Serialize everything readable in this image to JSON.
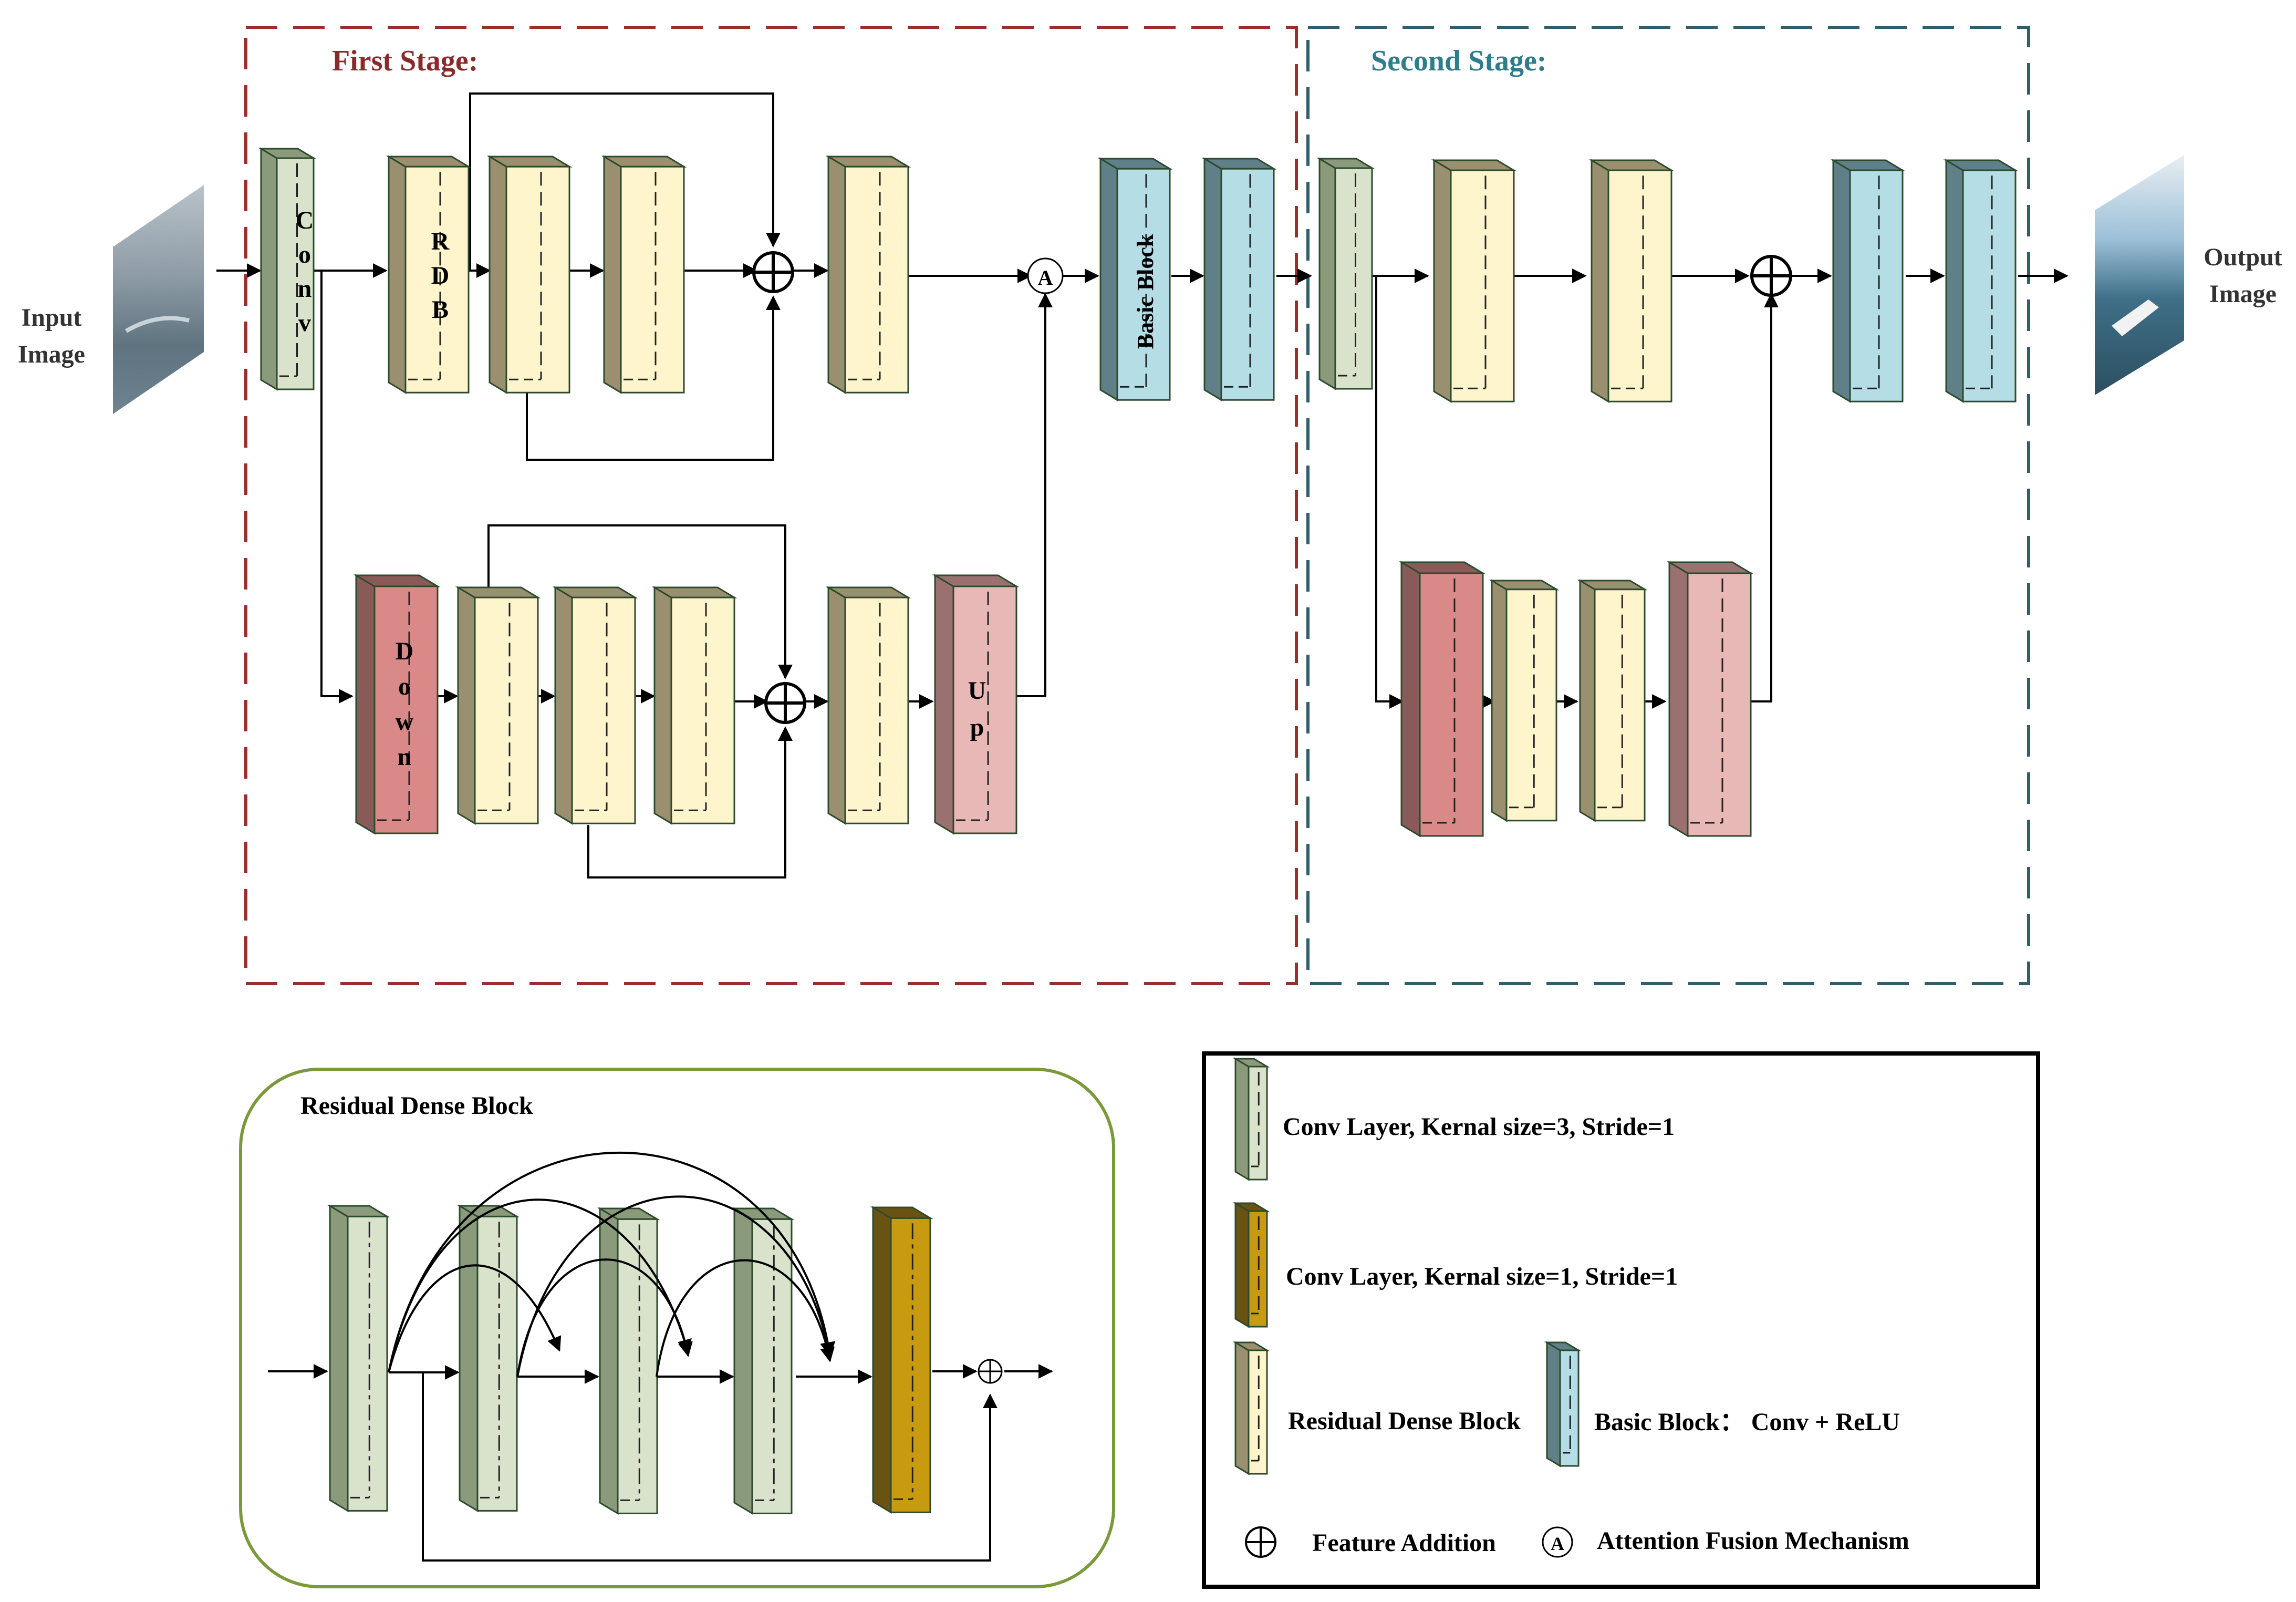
{
  "inputs": {
    "input_label": [
      "Input",
      "Image"
    ],
    "output_label": [
      "Output",
      "Image"
    ]
  },
  "stages": {
    "first_title": "First Stage:",
    "second_title": "Second Stage:"
  },
  "block_labels": {
    "conv": "Conv",
    "rdb": "RDB",
    "down": "Down",
    "up": "Up",
    "basic": "Basic Block"
  },
  "symbols": {
    "attention": "A",
    "plus": "+"
  },
  "rdb_panel": {
    "title": "Residual Dense Block"
  },
  "legend": {
    "conv3": "Conv Layer, Kernal size=3, Stride=1",
    "conv1": "Conv Layer, Kernal size=1, Stride=1",
    "rdb": "Residual Dense Block",
    "basic": "Basic Block： Conv + ReLU",
    "feature_addition": "Feature Addition",
    "attention_fusion": "Attention Fusion Mechanism"
  },
  "colors": {
    "first_stage_border": "#9b2d2d",
    "first_stage_title": "#8b2a2a",
    "second_stage_border": "#2f5f6a",
    "second_stage_title": "#2e7d8c",
    "rdb_panel_border": "#7a9a3a",
    "conv_front": "#d9e3cc",
    "conv_side": "#8a9a7a",
    "rdb_front": "#fff5cc",
    "rdb_side": "#9a9070",
    "down_front": "#d98a88",
    "down_side": "#8a5a58",
    "up_front": "#e8b8b6",
    "up_side": "#9a7070",
    "basic_front": "#b5dde6",
    "basic_side": "#5f8088",
    "conv1_front": "#c89a10",
    "conv1_side": "#6a5212"
  }
}
